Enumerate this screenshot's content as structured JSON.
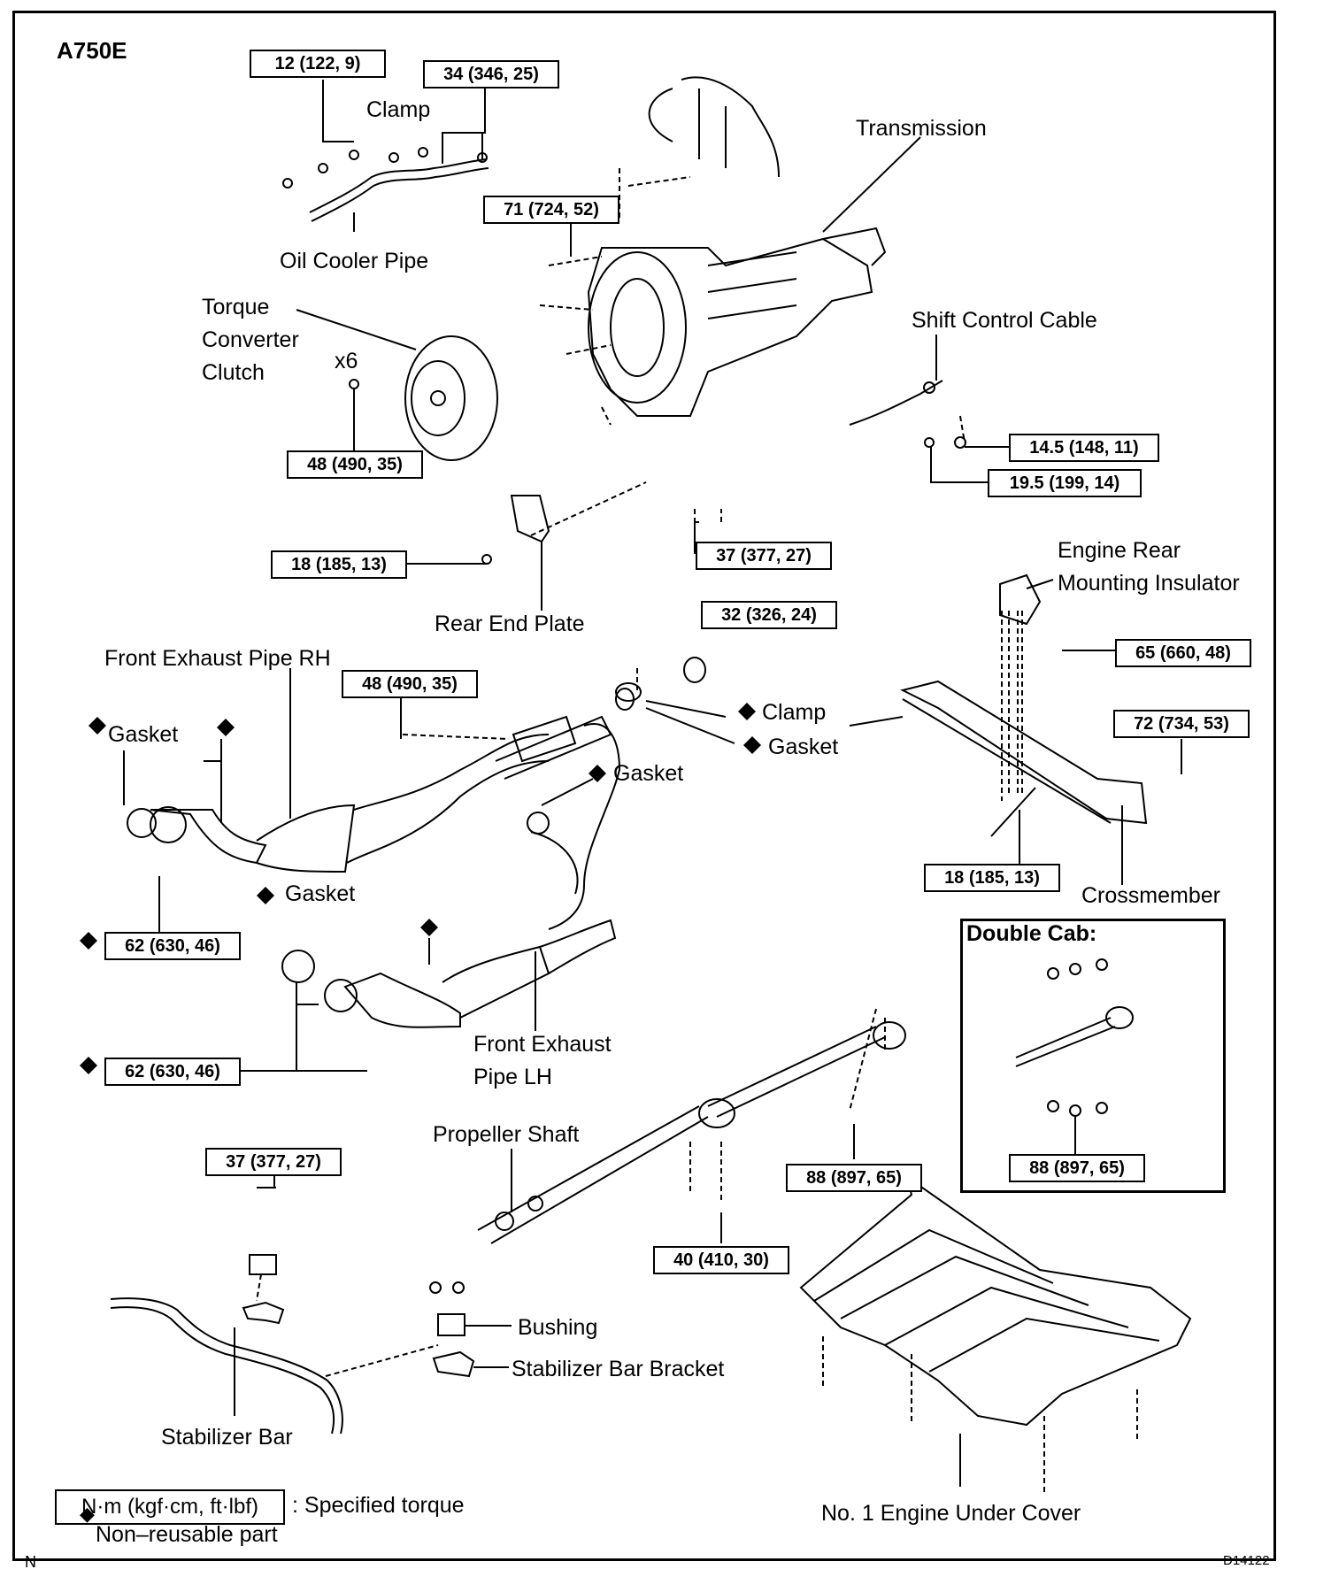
{
  "model": "A750E",
  "figure_id": "D14122",
  "corner_mark": "N",
  "nonreusable_symbol": "◆",
  "labels": {
    "clamp_top": "Clamp",
    "oil_cooler_pipe": "Oil Cooler Pipe",
    "transmission": "Transmission",
    "torque_line1": "Torque",
    "torque_line2": "Converter",
    "torque_line3": "Clutch",
    "x6": "x6",
    "shift_control_cable": "Shift Control Cable",
    "engine_rear_line1": "Engine Rear",
    "engine_rear_line2": "Mounting Insulator",
    "rear_end_plate": "Rear End Plate",
    "front_exhaust_rh": "Front Exhaust Pipe RH",
    "gasket_left": "Gasket",
    "clamp_mid": "Clamp",
    "gasket_mid": "Gasket",
    "gasket_center": "Gasket",
    "gasket_lower": "Gasket",
    "crossmember": "Crossmember",
    "double_cab": "Double Cab:",
    "front_exhaust_lh_line1": "Front Exhaust",
    "front_exhaust_lh_line2": "Pipe LH",
    "propeller_shaft": "Propeller Shaft",
    "bushing": "Bushing",
    "stabilizer_bar_bracket": "Stabilizer Bar Bracket",
    "stabilizer_bar": "Stabilizer Bar",
    "no1_engine_under_cover": "No. 1 Engine Under Cover"
  },
  "torques": {
    "t12": "12 (122, 9)",
    "t34": "34 (346, 25)",
    "t71": "71 (724, 52)",
    "t48a": "48 (490, 35)",
    "t145": "14.5 (148, 11)",
    "t195": "19.5 (199, 14)",
    "t18a": "18 (185, 13)",
    "t37a": "37 (377, 27)",
    "t32": "32 (326, 24)",
    "t65": "65 (660, 48)",
    "t48b": "48 (490, 35)",
    "t72": "72 (734, 53)",
    "t18b": "18 (185, 13)",
    "t62a": "62 (630, 46)",
    "t62b": "62 (630, 46)",
    "t88a": "88 (897, 65)",
    "t88b": "88 (897, 65)",
    "t37b": "37 (377, 27)",
    "t40": "40 (410, 30)"
  },
  "legend": {
    "unit": "N·m (kgf·cm, ft·lbf)",
    "specified": ": Specified torque",
    "nonreusable": "Non–reusable part"
  }
}
